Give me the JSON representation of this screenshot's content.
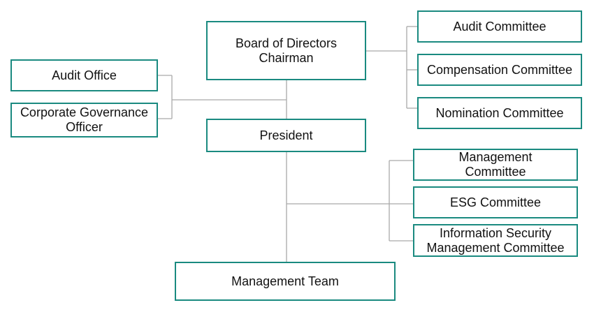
{
  "colors": {
    "box_border": "#1a8a80",
    "connector": "#a9a9a9",
    "text": "#111111"
  },
  "nodes": {
    "board": {
      "line1": "Board of Directors",
      "line2": "Chairman"
    },
    "audit_committee": "Audit Committee",
    "compensation_committee": "Compensation Committee",
    "nomination_committee": "Nomination Committee",
    "audit_office": "Audit Office",
    "governance_officer": {
      "line1": "Corporate Governance",
      "line2": "Officer"
    },
    "president": "President",
    "management_committee": {
      "line1": "Management",
      "line2": "Committee"
    },
    "esg_committee": "ESG Committee",
    "infosec_committee": {
      "line1": "Information Security",
      "line2": "Management Committee"
    },
    "management_team": "Management Team"
  }
}
